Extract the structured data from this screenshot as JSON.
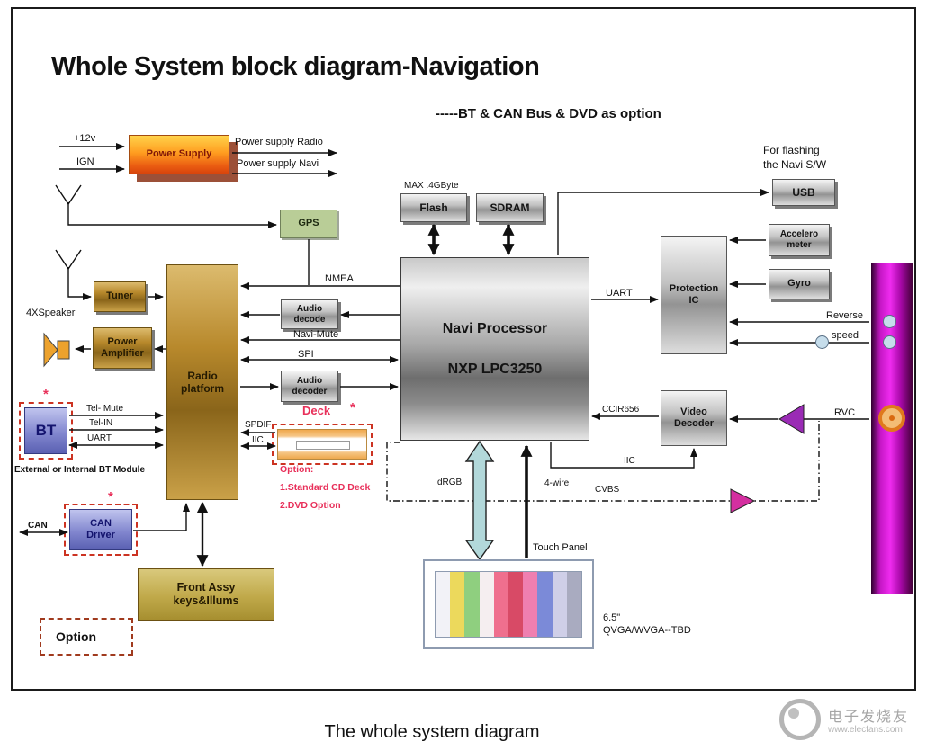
{
  "page": {
    "title": "Whole System block diagram-Navigation",
    "subtitle": "-----BT & CAN Bus & DVD as option",
    "caption": "The whole system diagram"
  },
  "watermark": {
    "brand": "电子发烧友",
    "site": "www.elecfans.com"
  },
  "blocks": {
    "power_supply": "Power Supply",
    "gps": "GPS",
    "tuner": "Tuner",
    "power_amplifier": "Power\nAmplifier",
    "radio_platform": "Radio\nplatform",
    "audio_decode": "Audio\ndecode",
    "audio_decoder": "Audio\ndecoder",
    "navi_processor": "Navi Processor",
    "navi_chip": "NXP LPC3250",
    "flash": "Flash",
    "sdram": "SDRAM",
    "usb": "USB",
    "accelerometer": "Accelero\nmeter",
    "gyro": "Gyro",
    "protection_ic": "Protection\nIC",
    "video_decoder": "Video\nDecoder",
    "bt": "BT",
    "can_driver": "CAN\nDriver",
    "front_assy": "Front Assy\nkeys&Illums",
    "option": "Option",
    "deck": "Deck"
  },
  "labels": {
    "plus12v": "+12v",
    "ign": "IGN",
    "power_supply_radio": "Power supply Radio",
    "power_supply_navi": "Power supply Navi",
    "speakers": "4XSpeaker",
    "nmea": "NMEA",
    "navi_mute": "Navi-Mute",
    "spi": "SPI",
    "spdif": "SPDIF",
    "iic_deck": "IIC",
    "tel_mute": "Tel- Mute",
    "tel_in": "Tel-IN",
    "uart_bt": "UART",
    "bt_module": "External or Internal BT Module",
    "can": "CAN",
    "max_capacity": "MAX .4GByte",
    "usb_note": "For flashing\nthe Navi S/W",
    "uart": "UART",
    "reverse": "Reverse",
    "speed": "speed",
    "ccir656": "CCIR656",
    "rvc": "RVC",
    "iic_video": "IIC",
    "four_wire": "4-wire",
    "cvbs": "CVBS",
    "drgb": "dRGB",
    "touch_panel": "Touch Panel",
    "panel_spec": "6.5\"\nQVGA/WVGA--TBD",
    "asterisk": "*"
  },
  "deck_note": "Option:\n1.Standard CD Deck\n2.DVD Option",
  "touch_panel": {
    "stripe_colors": [
      "#f2f2f7",
      "#ecd95c",
      "#8fcf7f",
      "#f5eef0",
      "#ef6f8e",
      "#d84a66",
      "#ef7fb0",
      "#7b8ad8",
      "#cfcfe8",
      "#a9abc0"
    ]
  },
  "colors": {
    "option_red": "#e8305a",
    "dash_border_red": "#cc3322",
    "connector_magenta": "#ef2bef",
    "gold": "#b8892c",
    "rvc_connector_orange": "#e0791c",
    "sensor_blue": "#c6ddeb"
  }
}
